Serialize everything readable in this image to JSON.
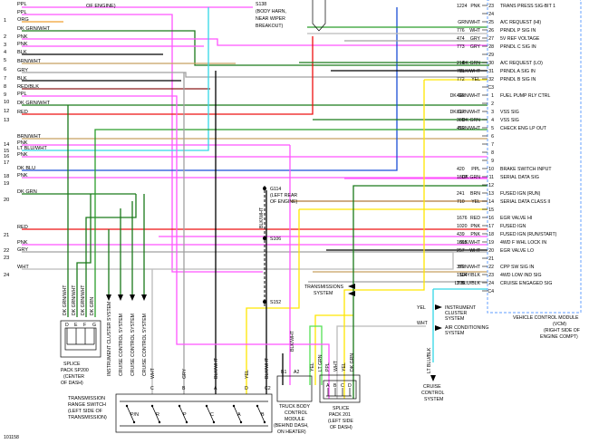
{
  "top_notes": {
    "of_engine": "OF ENGINE)",
    "s138": [
      "S138",
      "(BODY HARN,",
      "NEAR WIPER",
      "BREAKOUT)"
    ]
  },
  "left_wires": [
    {
      "num": "",
      "label": "PPL"
    },
    {
      "num": "1",
      "label": "PPL"
    },
    {
      "num": "",
      "label": "ORG"
    },
    {
      "num": "2",
      "label": "DK GRN/WHT"
    },
    {
      "num": "3",
      "label": "PNK"
    },
    {
      "num": "4",
      "label": "PNK"
    },
    {
      "num": "5",
      "label": "BLK"
    },
    {
      "num": "6",
      "label": "BRN/WHT"
    },
    {
      "num": "7",
      "label": "GRY"
    },
    {
      "num": "8",
      "label": "BLK"
    },
    {
      "num": "9",
      "label": "RED/BLK"
    },
    {
      "num": "10",
      "label": "PPL"
    },
    {
      "num": "12",
      "label": "DK GRN/WHT"
    },
    {
      "num": "13",
      "label": "RED"
    },
    {
      "num": "14",
      "label": "BRN/WHT"
    },
    {
      "num": "15",
      "label": "PNK"
    },
    {
      "num": "16",
      "label": "LT BLU/WHT"
    },
    {
      "num": "17",
      "label": "PNK"
    },
    {
      "num": "18",
      "label": "DK BLU"
    },
    {
      "num": "19",
      "label": "PNK"
    },
    {
      "num": "20",
      "label": "DK GRN"
    },
    {
      "num": "21",
      "label": "RED"
    },
    {
      "num": "22",
      "label": "PNK"
    },
    {
      "num": "23",
      "label": "GRY"
    },
    {
      "num": "24",
      "label": "WHT"
    }
  ],
  "vcm": {
    "top_labels": [
      "TRANS PRESS SIG-BIT 1"
    ],
    "pins": [
      {
        "circuit": "1224",
        "color": "PNK",
        "pin": "23",
        "func": "TRANS PRESS SIG-BIT 1"
      },
      {
        "circuit": "",
        "color": "",
        "pin": "24",
        "func": ""
      },
      {
        "circuit": "",
        "color": "GRN/WHT",
        "pin": "25",
        "func": "A/C REQUEST (HI)"
      },
      {
        "circuit": "776",
        "color": "WHT",
        "pin": "26",
        "func": "PRNDL P SIG IN"
      },
      {
        "circuit": "474",
        "color": "GRY",
        "pin": "27",
        "func": "5V REF VOLTAGE"
      },
      {
        "circuit": "773",
        "color": "GRY",
        "pin": "28",
        "func": "PRNDL C SIG IN"
      },
      {
        "circuit": "",
        "color": "",
        "pin": "29",
        "func": ""
      },
      {
        "circuit": "214",
        "color": "DK GRN",
        "pin": "30",
        "func": "A/C REQUEST (LO)"
      },
      {
        "circuit": "771",
        "color": "BLK/WHT",
        "pin": "31",
        "func": "PRNDL A SIG IN"
      },
      {
        "circuit": "772",
        "color": "YEL",
        "pin": "32",
        "func": "PRNDL B SIG IN"
      },
      {
        "circuit": "",
        "color": "",
        "pin": "C3",
        "func": ""
      },
      {
        "circuit": "465",
        "color": "DK GRN/WHT",
        "pin": "1",
        "func": "FUEL PUMP RLY CTRL"
      },
      {
        "circuit": "",
        "color": "",
        "pin": "2",
        "func": ""
      },
      {
        "circuit": "817",
        "color": "DK GRN/WHT",
        "pin": "3",
        "func": "VSS SIG"
      },
      {
        "circuit": "389",
        "color": "DK GRN",
        "pin": "4",
        "func": "VSS SIG"
      },
      {
        "circuit": "419",
        "color": "BRN/WHT",
        "pin": "5",
        "func": "CHECK ENG LP OUT"
      },
      {
        "circuit": "",
        "color": "",
        "pin": "6",
        "func": ""
      },
      {
        "circuit": "",
        "color": "",
        "pin": "7",
        "func": ""
      },
      {
        "circuit": "",
        "color": "",
        "pin": "8",
        "func": ""
      },
      {
        "circuit": "",
        "color": "",
        "pin": "9",
        "func": ""
      },
      {
        "circuit": "420",
        "color": "PPL",
        "pin": "10",
        "func": "BRAKE SWITCH INPUT"
      },
      {
        "circuit": "1807",
        "color": "DK GRN",
        "pin": "11",
        "func": "SERIAL DATA SIG"
      },
      {
        "circuit": "",
        "color": "",
        "pin": "12",
        "func": ""
      },
      {
        "circuit": "241",
        "color": "BRN",
        "pin": "13",
        "func": "FUSED IGN (RUN)"
      },
      {
        "circuit": "710",
        "color": "YEL",
        "pin": "14",
        "func": "SERIAL DATA CLASS II"
      },
      {
        "circuit": "",
        "color": "",
        "pin": "15",
        "func": ""
      },
      {
        "circuit": "1676",
        "color": "RED",
        "pin": "16",
        "func": "EGR VALVE HI"
      },
      {
        "circuit": "1020",
        "color": "PNK",
        "pin": "17",
        "func": "FUSED IGN"
      },
      {
        "circuit": "439",
        "color": "PNK",
        "pin": "18",
        "func": "FUSED IGN (RUN/START)"
      },
      {
        "circuit": "1695",
        "color": "BLK/WHT",
        "pin": "19",
        "func": "4WD F WHL LOCK IN"
      },
      {
        "circuit": "257",
        "color": "WHT",
        "pin": "20",
        "func": "EGR VALVE LO"
      },
      {
        "circuit": "",
        "color": "",
        "pin": "21",
        "func": ""
      },
      {
        "circuit": "379",
        "color": "BRN/WHT",
        "pin": "22",
        "func": "CPP SW SIG IN"
      },
      {
        "circuit": "1504",
        "color": "GRY/BLK",
        "pin": "23",
        "func": "4WD LOW IND SIG"
      },
      {
        "circuit": "396",
        "color": "LT BLU/BLK",
        "pin": "24",
        "func": "CRUISE ENGAGED SIG"
      },
      {
        "circuit": "",
        "color": "",
        "pin": "C4",
        "func": ""
      }
    ],
    "caption": [
      "VEHICLE CONTROL MODULE",
      "(VCM)",
      "(RIGHT SIDE OF",
      "ENGINE COMPT)"
    ]
  },
  "ground": {
    "g114": [
      "G114",
      "(LEFT REAR",
      "OF ENGINE)"
    ],
    "blk_wht": "BLK/WHT",
    "s106": "S106",
    "s152": "S152"
  },
  "arrows": {
    "transmission_system": [
      "TRANSMISSIONS",
      "SYSTEM"
    ],
    "instrument_cluster": [
      "INSTRUMENT",
      "CLUSTER",
      "SYSTEM"
    ],
    "yel": "YEL",
    "wht": "WHT",
    "air_conditioning": [
      "AIR CONDITIONING",
      "SYSTEM"
    ]
  },
  "sp200": {
    "wire_labels": [
      "DK GRN/WHT",
      "DK GRN/WHT",
      "DK GRN/WHT",
      "DK GRN"
    ],
    "pins": [
      "D",
      "E",
      "F",
      "G"
    ],
    "caption": [
      "SPLICE",
      "PACK SP200",
      "(CENTER",
      "OF DASH)"
    ]
  },
  "system_labels": [
    "INSTRUMENT CLUSTER SYSTEM",
    "CRUISE CONTROL SYSTEM",
    "CRUISE CONTROL SYSTEM",
    "CRUISE CONTROL SYSTEM"
  ],
  "trs": {
    "wire_labels": [
      "WHT",
      "GRY",
      "BLK/WHT",
      "YEL",
      "BLK/WHT"
    ],
    "pins": [
      "C",
      "B",
      "A",
      "D",
      "C2"
    ],
    "positions": [
      "P/N",
      "R",
      "P",
      "C",
      "A",
      "B"
    ],
    "caption": [
      "TRANSMISSION",
      "RANGE SWITCH",
      "(LEFT SIDE OF",
      "TRANSMISSION)"
    ]
  },
  "tbcm": {
    "wire_labels": [
      "BLK/WHT"
    ],
    "pins": [
      "B1",
      "A2"
    ],
    "caption": [
      "TRUCK BODY",
      "CONTROL",
      "MODULE",
      "(BEHIND DASH,",
      "ON HEATER)"
    ]
  },
  "sp201": {
    "wire_labels": [
      "YEL",
      "LT GRN",
      "PPL",
      "WHT",
      "YEL",
      "DK GRN"
    ],
    "pins": [
      "A",
      "B",
      "C",
      "D"
    ],
    "caption": [
      "SPLICE",
      "PACK 201",
      "(LEFT SIDE",
      "OF DASH)"
    ]
  },
  "cruise": {
    "wire_label": "LT BLU/BLK",
    "caption": [
      "CRUISE",
      "CONTROL",
      "SYSTEM"
    ]
  },
  "figure_id": "101158",
  "colors": {
    "pink": "#ff55ff",
    "green": "#2a9d2a",
    "dkgreen": "#1a7a1a",
    "yellow": "#ffe600",
    "red": "#e11",
    "blue": "#1a4fd6",
    "cyan": "#33d7e6",
    "gray": "#a0a0a0",
    "brown": "#b07a3a",
    "tan": "#c8a060",
    "vcm_border": "#7fb0ff"
  }
}
